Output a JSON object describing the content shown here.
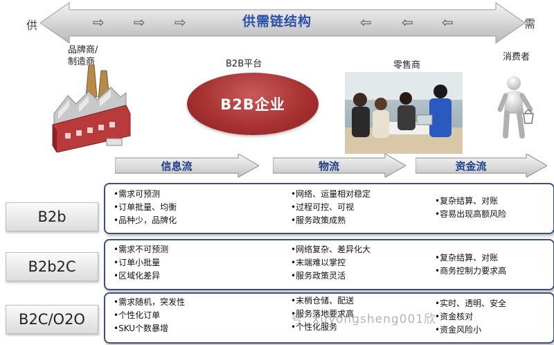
{
  "chain": {
    "left_end": "供",
    "right_end": "需",
    "title": "供需链结构",
    "right_arrows": [
      "⇨",
      "⇨",
      "⇨"
    ],
    "left_arrows": [
      "⇦",
      "⇦",
      "⇦"
    ]
  },
  "actors": {
    "manufacturer": [
      "品牌商/",
      "制造商"
    ],
    "platform_label": "B2B平台",
    "platform_center": "B2B企业",
    "retailer": "零售商",
    "consumer": "消费者"
  },
  "flows": [
    "信息流",
    "物流",
    "资金流"
  ],
  "rows": [
    {
      "label": "B2b",
      "info": [
        "•需求可预测",
        "•订单批量、均衡",
        "•品种少，品牌化"
      ],
      "logistics": [
        "•网络、运量相对稳定",
        "•过程可控、可视",
        "•服务政策成熟"
      ],
      "finance": [
        "•复杂结算、对账",
        "•容易出现高额风险"
      ]
    },
    {
      "label": "B2b2C",
      "info": [
        "•需求不可预测",
        "•订单小批量",
        "•区域化差异"
      ],
      "logistics": [
        "•网络复杂、差异化大",
        "•末端难以掌控",
        "•服务政策灵活"
      ],
      "finance": [
        "•复杂结算、对账",
        "•商务控制力要求高"
      ]
    },
    {
      "label": "B2C/O2O",
      "info": [
        "•需求随机，突发性",
        "•个性化订单",
        "•SKU个数暴增"
      ],
      "logistics": [
        "•末梢仓储、配送",
        "•服务落地要求高",
        "•个性化服务"
      ],
      "finance": [
        "•实时、透明、安全",
        "•资金核对",
        "•资金风险小"
      ]
    }
  ],
  "watermark": "号: xuyongsheng001欣"
}
